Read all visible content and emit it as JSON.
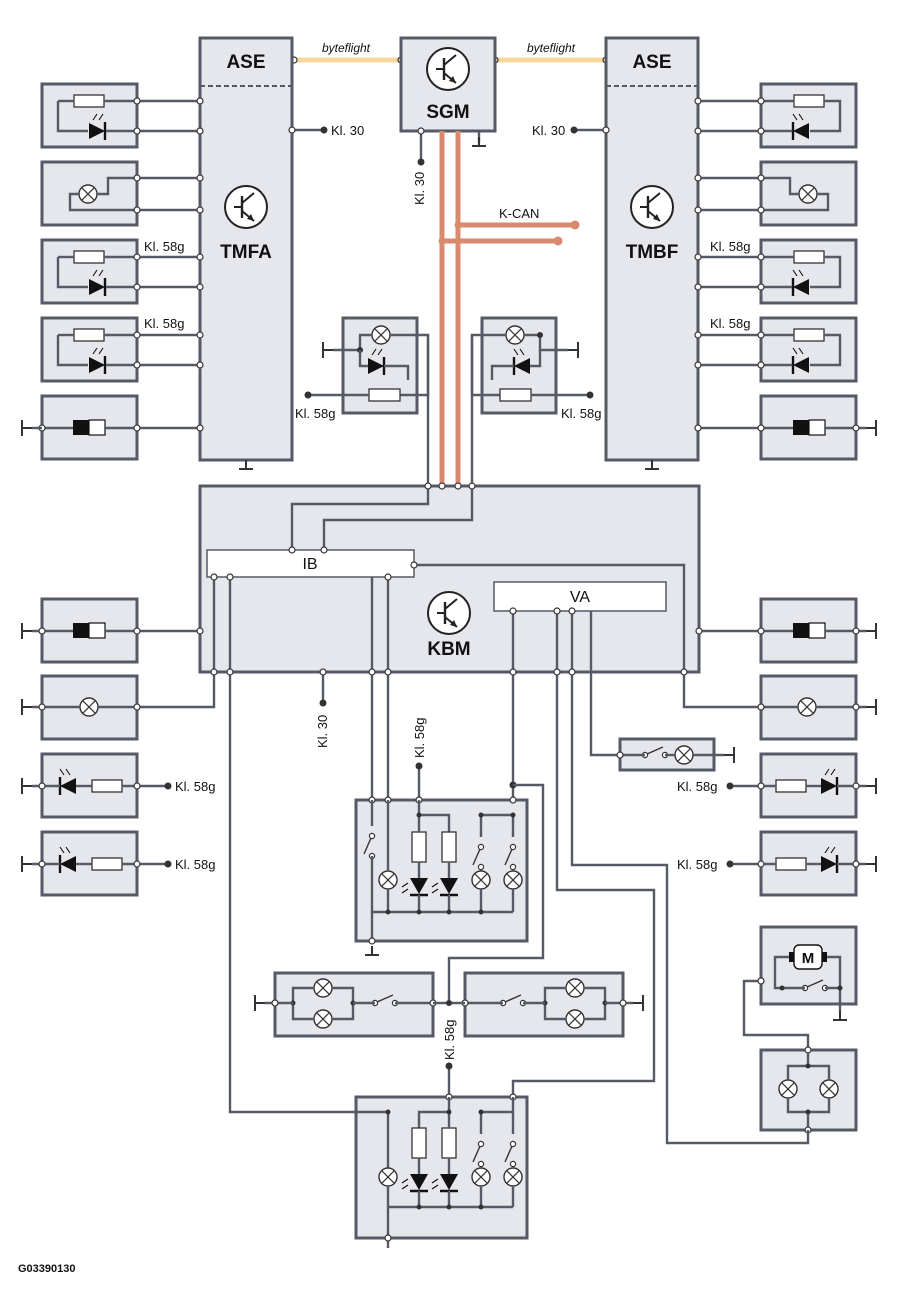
{
  "modules": {
    "ase_left": "ASE",
    "ase_right": "ASE",
    "sgm": "SGM",
    "tmfa": "TMFA",
    "tmbf": "TMBF",
    "kbm": "KBM",
    "ib": "IB",
    "va": "VA"
  },
  "buses": {
    "byteflight": "byteflight",
    "kcan": "K-CAN"
  },
  "terminals": {
    "kl30": "Kl. 30",
    "kl58g": "Kl. 58g"
  },
  "figure_id": "G03390130",
  "colors": {
    "byteflight": "#f8d79a",
    "kcan": "#d98a6e",
    "box_fill": "#e6e7ec",
    "line": "#555a66"
  },
  "icons": [
    "lamp-icon",
    "led-icon",
    "resistor-icon",
    "switch-icon",
    "motor-icon",
    "ground-icon",
    "transistor-icon"
  ]
}
